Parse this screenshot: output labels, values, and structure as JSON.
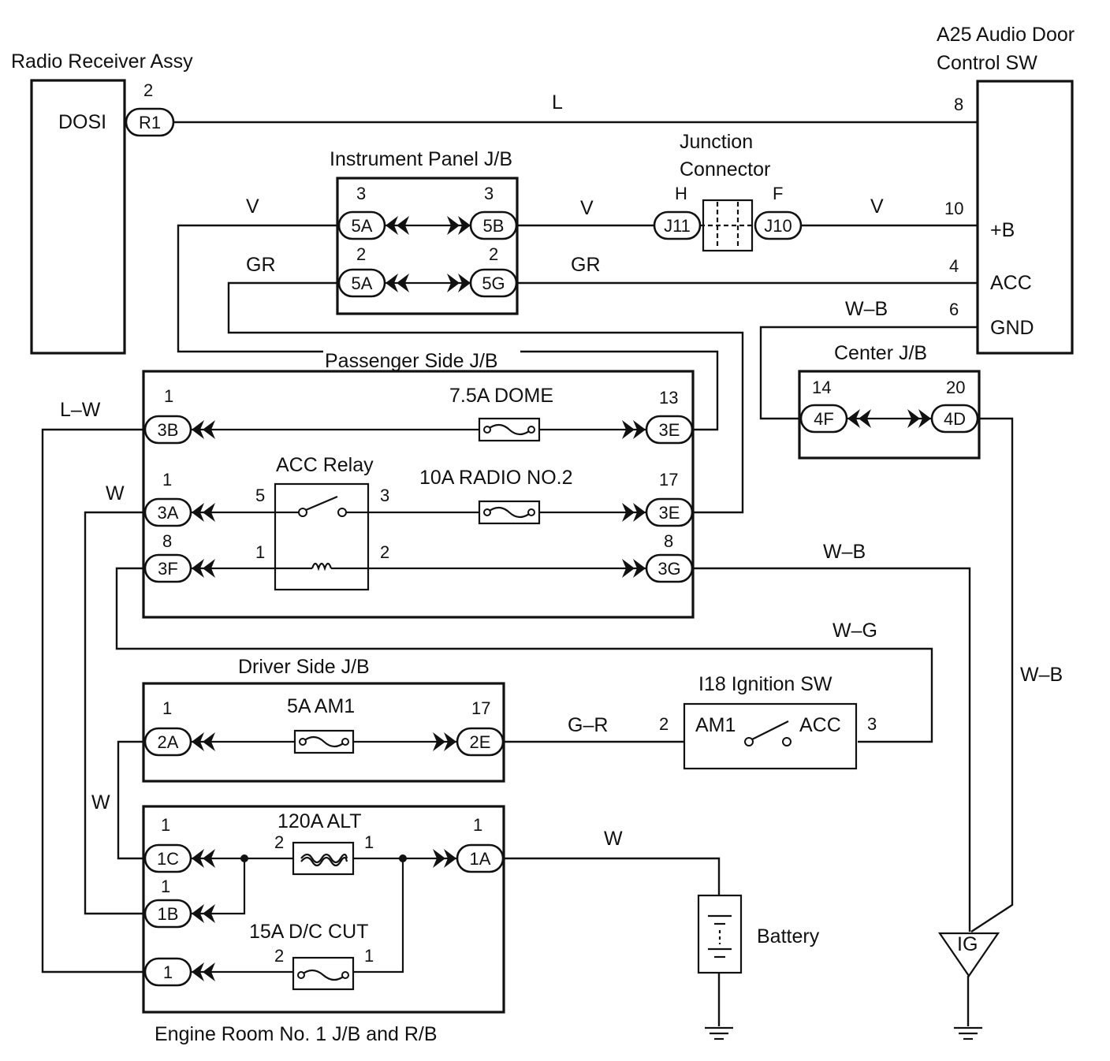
{
  "components": {
    "radio": {
      "title": "Radio Receiver Assy",
      "term": "DOSI",
      "pin": "2",
      "conn": "R1"
    },
    "audio_sw": {
      "title_line1": "A25 Audio Door",
      "title_line2": "Control SW",
      "pin_8": "8",
      "pin_10": "10",
      "pin_4": "4",
      "pin_6": "6",
      "term_b": "+B",
      "term_acc": "ACC",
      "term_gnd": "GND"
    },
    "ip_jb": {
      "title": "Instrument Panel J/B",
      "p1": "3",
      "c1": "5A",
      "p2": "3",
      "c2": "5B",
      "p3": "2",
      "c3": "5A",
      "p4": "2",
      "c4": "5G"
    },
    "junction_connector": {
      "title_line1": "Junction",
      "title_line2": "Connector",
      "pin_h": "H",
      "pin_f": "F",
      "c1": "J11",
      "c2": "J10"
    },
    "center_jb": {
      "title": "Center J/B",
      "p1": "14",
      "c1": "4F",
      "p2": "20",
      "c2": "4D"
    },
    "passenger_jb": {
      "title": "Passenger Side J/B",
      "p_3b": "1",
      "c_3b": "3B",
      "fuse_dome": "7.5A DOME",
      "p_3e_top": "13",
      "c_3e_top": "3E",
      "relay": "ACC Relay",
      "relay_p5": "5",
      "relay_p3": "3",
      "relay_p1": "1",
      "relay_p2": "2",
      "p_3a": "1",
      "c_3a": "3A",
      "fuse_radio": "10A RADIO NO.2",
      "p_3e_mid": "17",
      "c_3e_mid": "3E",
      "p_3f": "8",
      "c_3f": "3F",
      "p_3g": "8",
      "c_3g": "3G"
    },
    "driver_jb": {
      "title": "Driver Side J/B",
      "p_2a": "1",
      "c_2a": "2A",
      "fuse": "5A AM1",
      "p_2e": "17",
      "c_2e": "2E"
    },
    "ignition": {
      "title": "I18 Ignition SW",
      "term_am1": "AM1",
      "term_acc": "ACC",
      "pin_2": "2",
      "pin_3": "3"
    },
    "engine_jb": {
      "title": "Engine Room No. 1 J/B and R/B",
      "p_1c": "1",
      "c_1c": "1C",
      "fuse_alt": "120A ALT",
      "alt_p2": "2",
      "alt_p1": "1",
      "p_1a": "1",
      "c_1a": "1A",
      "p_1b": "1",
      "c_1b": "1B",
      "fuse_dc": "15A D/C CUT",
      "dc_p2": "2",
      "dc_p1": "1",
      "c_1": "1"
    },
    "battery": {
      "label": "Battery"
    },
    "ig": {
      "label": "IG"
    }
  },
  "wire_colors": {
    "l": "L",
    "v_left": "V",
    "v_mid": "V",
    "v_right": "V",
    "gr_left": "GR",
    "gr_right": "GR",
    "wb_top": "W–B",
    "wb_mid": "W–B",
    "wb_right": "W–B",
    "lw": "L–W",
    "w_3a": "W",
    "w_side": "W",
    "w_batt": "W",
    "wg": "W–G",
    "gr_ign": "G–R"
  }
}
